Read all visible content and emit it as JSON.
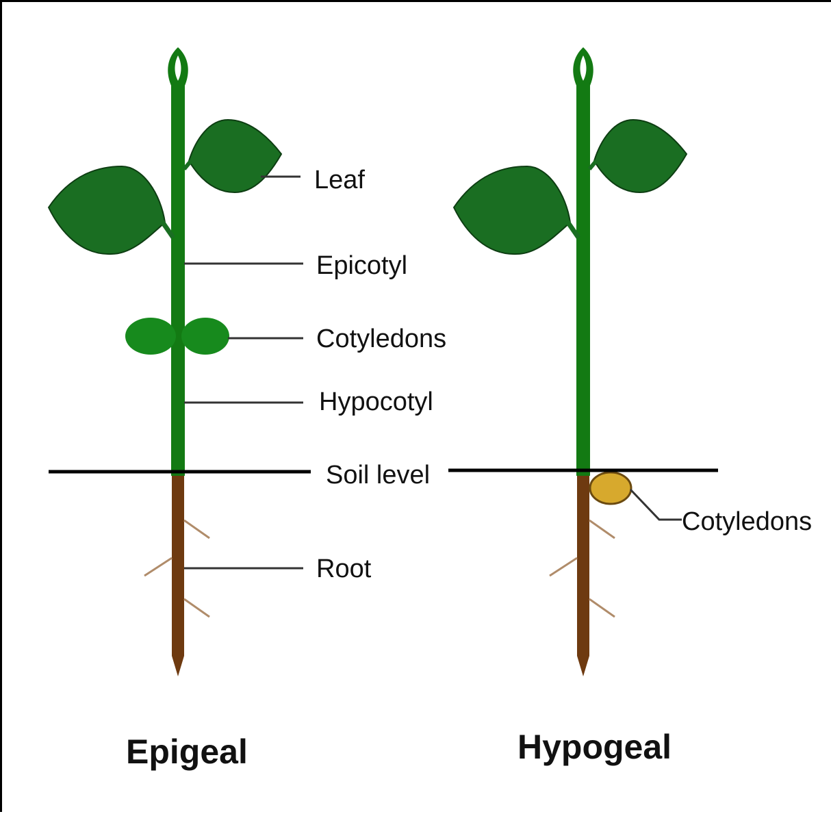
{
  "colors": {
    "stem": "#137a13",
    "leaf": "#1a6e22",
    "cotyledon_green": "#178a1d",
    "root": "#6e3a10",
    "root_hair": "#b08c6a",
    "seed": "#d7a92d",
    "line": "#000000"
  },
  "labels": {
    "leaf": "Leaf",
    "epicotyl": "Epicotyl",
    "cotyledons": "Cotyledons",
    "hypocotyl": "Hypocotyl",
    "soil_level": "Soil level",
    "root": "Root",
    "cotyledons_hypogeal": "Cotyledons"
  },
  "captions": {
    "epigeal": "Epigeal",
    "hypogeal": "Hypogeal"
  }
}
